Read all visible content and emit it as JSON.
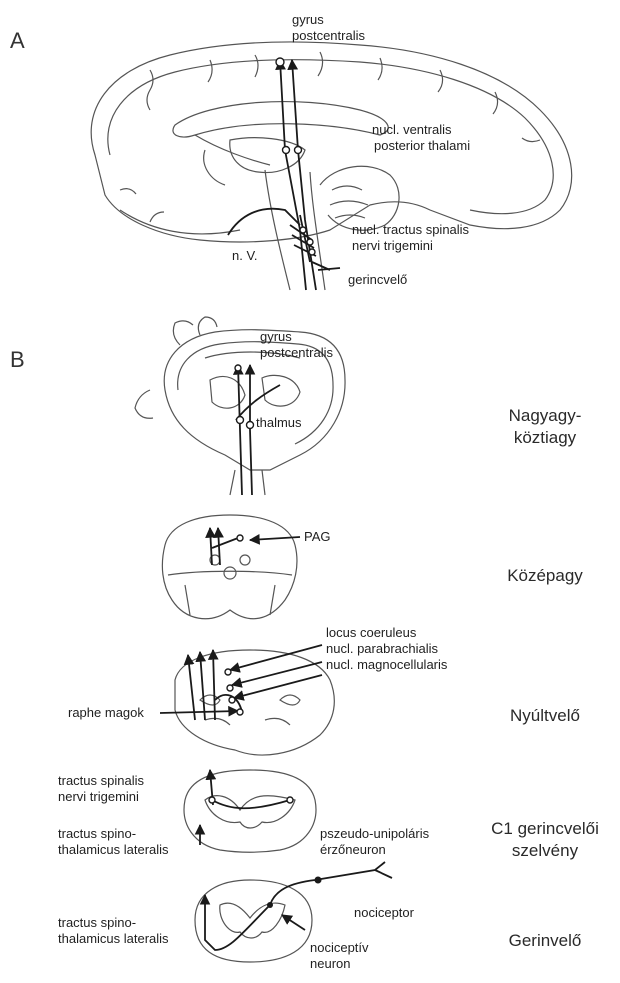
{
  "colors": {
    "line": "#1a1a1a",
    "sketch": "#555555",
    "text": "#1f1f1f"
  },
  "panel_a": {
    "letter": "A",
    "labels": {
      "gyrus": "gyrus",
      "postcentralis": "postcentralis",
      "nvpt_1": "nucl. ventralis",
      "nvpt_2": "posterior thalami",
      "ntsnt_1": "nucl. tractus spinalis",
      "ntsnt_2": "nervi trigemini",
      "nv": "n. V.",
      "gerincvelo": "gerincvelő"
    }
  },
  "panel_b": {
    "letter": "B",
    "labels": {
      "gyrus": "gyrus",
      "postcentralis": "postcentralis",
      "thalamus": "thalmus",
      "pag": "PAG",
      "locus": "locus coeruleus",
      "parabrachialis": "nucl. parabrachialis",
      "magnocellularis": "nucl. magnocellularis",
      "raphe": "raphe magok",
      "tsnt_1": "tractus spinalis",
      "tsnt_2": "nervi trigemini",
      "tstl1_1": "tractus spino-",
      "tstl1_2": "thalamicus lateralis",
      "pseudo_1": "pszeudo-unipoláris",
      "pseudo_2": "érzőneuron",
      "nociceptor": "nociceptor",
      "tstl2_1": "tractus spino-",
      "tstl2_2": "thalamicus lateralis",
      "nocineuron_1": "nociceptív",
      "nocineuron_2": "neuron"
    },
    "levels": {
      "l1_1": "Nagyagy-",
      "l1_2": "köztiagy",
      "l2": "Középagy",
      "l3": "Nyúltvelő",
      "l4_1": "C1 gerincvelői",
      "l4_2": "szelvény",
      "l5": "Gerinvelő"
    }
  }
}
